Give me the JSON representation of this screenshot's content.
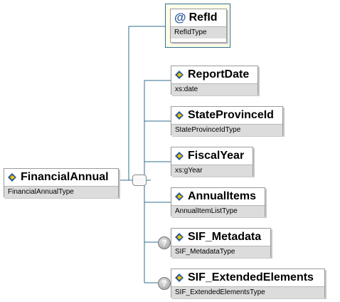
{
  "root": {
    "name": "FinancialAnnual",
    "type": "FinancialAnnualType"
  },
  "attribute": {
    "name": "RefId",
    "type": "RefIdType",
    "icon": "at-icon"
  },
  "elements": [
    {
      "name": "ReportDate",
      "type": "xs:date",
      "optional": false
    },
    {
      "name": "StateProvinceId",
      "type": "StateProvinceIdType",
      "optional": false
    },
    {
      "name": "FiscalYear",
      "type": "xs:gYear",
      "optional": false
    },
    {
      "name": "AnnualItems",
      "type": "AnnualItemListType",
      "optional": false
    },
    {
      "name": "SIF_Metadata",
      "type": "SIF_MetadataType",
      "optional": true,
      "badge": "?"
    },
    {
      "name": "SIF_ExtendedElements",
      "type": "SIF_ExtendedElementsType",
      "optional": true,
      "badge": "?"
    }
  ],
  "colors": {
    "connector": "#2f6f8f",
    "type_band": "#dcdcdc",
    "attr_fill": "#ffffe8",
    "icon_blue": "#2a5a9a",
    "icon_yellow": "#f2c200"
  }
}
